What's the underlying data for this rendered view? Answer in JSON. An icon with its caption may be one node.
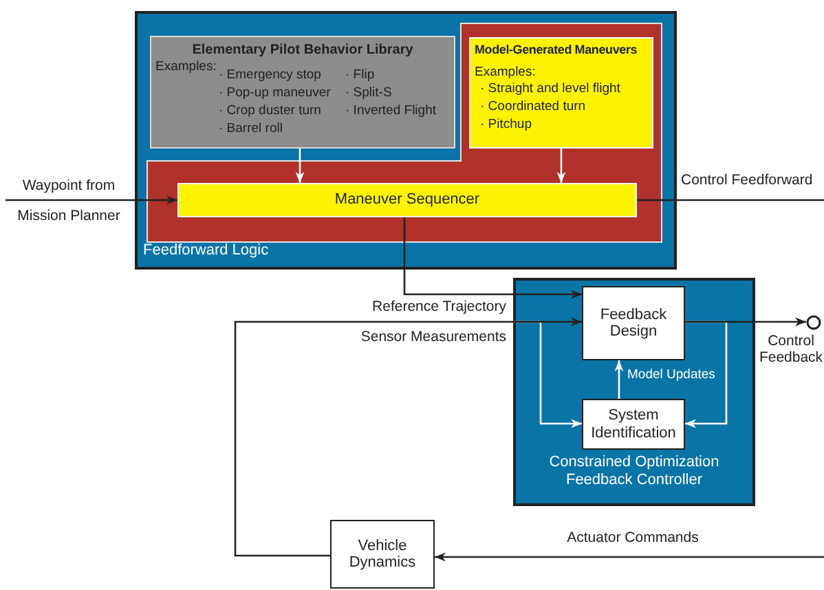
{
  "diagram": {
    "nodes": [
      {
        "text": [
          "Feedforward Logic"
        ]
      },
      {
        "text": [
          "Elementary Pilot Behavior Library",
          "Examples:",
          "· Emergency stop",
          "· Pop-up maneuver",
          "· Crop duster turn",
          "· Barrel roll",
          "· Flip",
          "· Split-S",
          "· Inverted Flight"
        ],
        "in": 0
      },
      {
        "text": [
          "Model-Generated Maneuvers",
          "Examples:",
          "· Straight and level flight",
          "· Coordinated turn",
          "· Pitchup"
        ],
        "in": 0
      },
      {
        "text": [
          "Maneuver Sequencer"
        ],
        "in": 0
      },
      {
        "text": [
          "Constrained Optimization Feedback Controller"
        ]
      },
      {
        "text": [
          "Feedback Design"
        ],
        "in": 4
      },
      {
        "text": [
          "System Identification"
        ],
        "in": 4
      },
      {
        "text": [
          "Vehicle Dynamics"
        ]
      },
      {
        "text": [],
        "shape": "circle"
      }
    ],
    "edges": [
      {
        "from": null,
        "to": 3,
        "arrow": "to",
        "label": "Waypoint from Mission Planner"
      },
      {
        "from": 1,
        "to": 3,
        "arrow": "to",
        "color": "#ffffff"
      },
      {
        "from": 2,
        "to": 3,
        "arrow": "to",
        "color": "#ffffff"
      },
      {
        "from": 3,
        "to": null,
        "arrow": "none",
        "label": "Control Feedforward"
      },
      {
        "from": 3,
        "to": 5,
        "arrow": "to",
        "label": "Reference Trajectory"
      },
      {
        "from": 7,
        "to": 5,
        "arrow": "to",
        "label": "Sensor Measurements"
      },
      {
        "from": 7,
        "to": 6,
        "arrow": "to",
        "color": "#ffffff"
      },
      {
        "from": 5,
        "to": 8,
        "arrow": "to",
        "label": "Control Feedback"
      },
      {
        "from": 5,
        "to": 6,
        "arrow": "to",
        "color": "#ffffff"
      },
      {
        "from": 6,
        "to": 5,
        "arrow": "to",
        "label": "Model Updates",
        "color": "#ffffff"
      },
      {
        "from": null,
        "to": 7,
        "arrow": "to",
        "label": "Actuator Commands"
      }
    ]
  }
}
